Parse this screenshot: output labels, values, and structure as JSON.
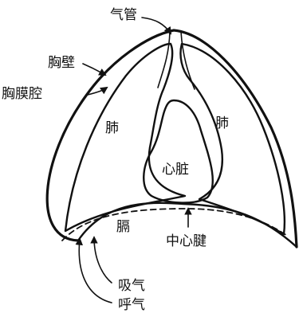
{
  "labels": {
    "trachea": "气管",
    "chest_wall": "胸壁",
    "pleural_cavity": "胸膜腔",
    "lung_left": "肺",
    "lung_right": "肺",
    "heart": "心脏",
    "diaphragm": "膈",
    "central_tendon": "中心腱",
    "inhale": "吸气",
    "exhale": "呼气"
  }
}
